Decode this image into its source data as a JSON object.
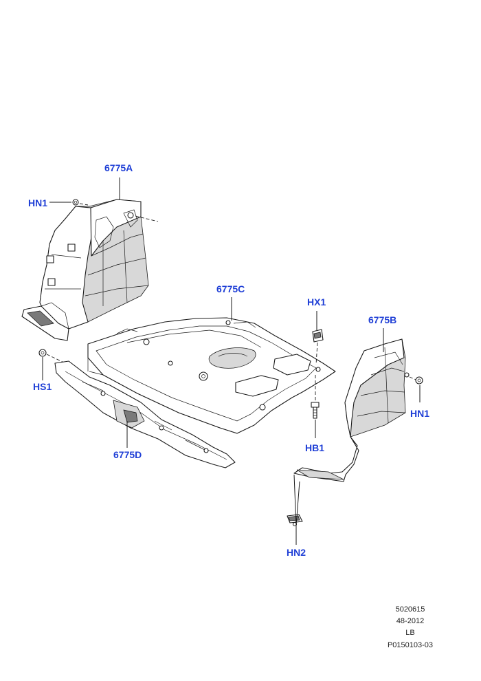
{
  "callouts": {
    "c6775a": "6775A",
    "hn1_left": "HN1",
    "c6775c": "6775C",
    "hx1": "HX1",
    "c6775b": "6775B",
    "hs1": "HS1",
    "hn1_right": "HN1",
    "hb1": "HB1",
    "c6775d": "6775D",
    "hn2": "HN2"
  },
  "footer": {
    "line1": "5020615",
    "line2": "48-2012",
    "line3": "LB",
    "line4": "P0150103-03"
  },
  "colors": {
    "callout": "#1f3fd6",
    "linework": "#1a1a1a",
    "shading": "#d8d8d8"
  }
}
